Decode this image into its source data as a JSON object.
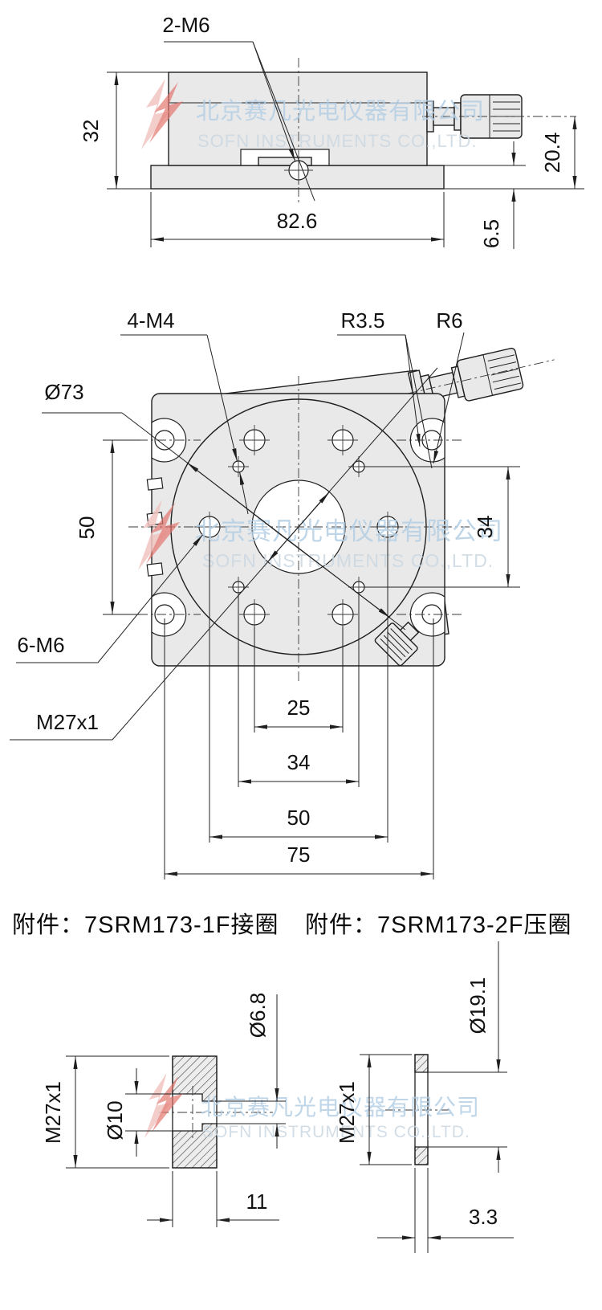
{
  "watermark": {
    "company_cn": "北京赛凡光电仪器有限公司",
    "company_en": "SOFN INSTRUMENTS CO.,LTD.",
    "text_color_cn": "#b5cfe5",
    "text_color_en": "#ccd8e2",
    "logo_pink": "#f2c5c1",
    "logo_red": "#e4736b"
  },
  "side_view": {
    "thread_label": "2-M6",
    "height": "32",
    "width": "82.6",
    "knob_axis_height": "20.4",
    "base_thickness": "6.5"
  },
  "plan_view": {
    "top_holes_label": "4-M4",
    "fillet_inner": "R3.5",
    "fillet_outer": "R6",
    "platform_diameter": "Ø73",
    "slot_spacing_v": "50",
    "holes_spacing_v": "34",
    "side_holes_label": "6-M6",
    "center_thread_label": "M27x1",
    "dim_25": "25",
    "dim_34": "34",
    "dim_50": "50",
    "dim_75": "75"
  },
  "adapter_ring": {
    "title": "附件：7SRM173-1F接圈",
    "thread": "M27x1",
    "bore": "Ø10",
    "aperture": "Ø6.8",
    "width": "11"
  },
  "clamp_ring": {
    "title": "附件：7SRM173-2F压圈",
    "aperture": "Ø19.1",
    "thread": "M27x1",
    "width": "3.3"
  }
}
